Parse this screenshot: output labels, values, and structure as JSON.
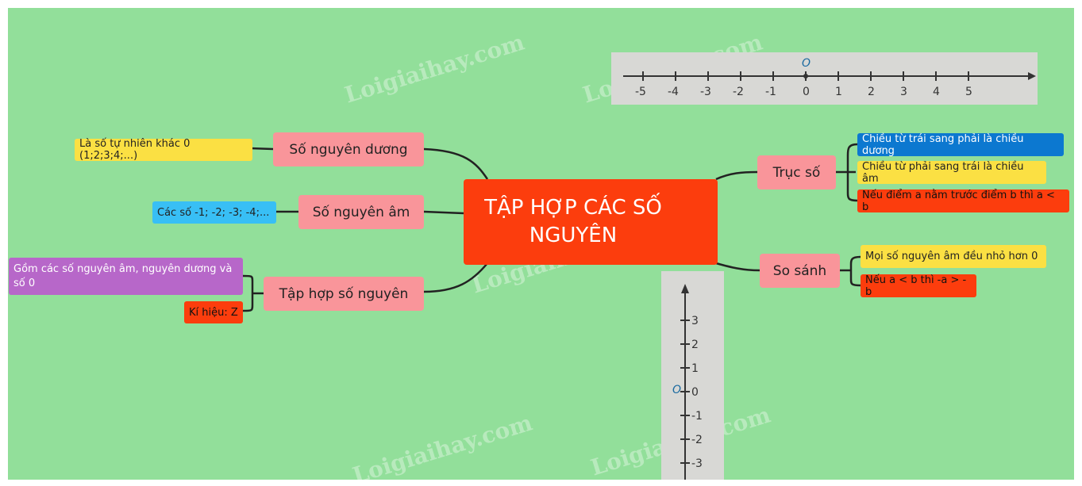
{
  "central": {
    "title": "TẬP HỢP CÁC SỐ NGUYÊN"
  },
  "left": {
    "positive": {
      "label": "Số nguyên dương",
      "detail": "Là số tự nhiên khác 0 (1;2;3;4;...)"
    },
    "negative": {
      "label": "Số nguyên âm",
      "detail": "Các số -1; -2; -3; -4;..."
    },
    "integers": {
      "label": "Tập hợp số nguyên",
      "detail1": "Gồm các số nguyên âm, nguyên dương và số 0",
      "detail2": "Kí hiệu: Z"
    }
  },
  "right": {
    "axis": {
      "label": "Trục số",
      "items": [
        "Chiều từ trái sang phải là chiều dương",
        "Chiều từ phải sang trái là chiều âm",
        "Nếu điểm a nằm trước điểm b thì a < b"
      ]
    },
    "compare": {
      "label": "So sánh",
      "items": [
        "Mọi số nguyên âm đều nhỏ hơn 0",
        "Nếu a < b thì -a > -b"
      ]
    }
  },
  "number_line_h": {
    "origin": "O",
    "ticks": [
      "-5",
      "-4",
      "-3",
      "-2",
      "-1",
      "0",
      "1",
      "2",
      "3",
      "4",
      "5"
    ]
  },
  "number_line_v": {
    "origin": "O",
    "ticks": [
      "3",
      "2",
      "1",
      "0",
      "-1",
      "-2",
      "-3"
    ]
  },
  "watermark": "Loigiaihay.com",
  "colors": {
    "background": "#92df9a",
    "central": "#fc3d0d",
    "branch": "#f9959a",
    "yellow": "#fbe043",
    "blue": "#38bff5",
    "purple": "#b767c9",
    "red": "#fc3d0d",
    "darkblue": "#0c78d0"
  }
}
